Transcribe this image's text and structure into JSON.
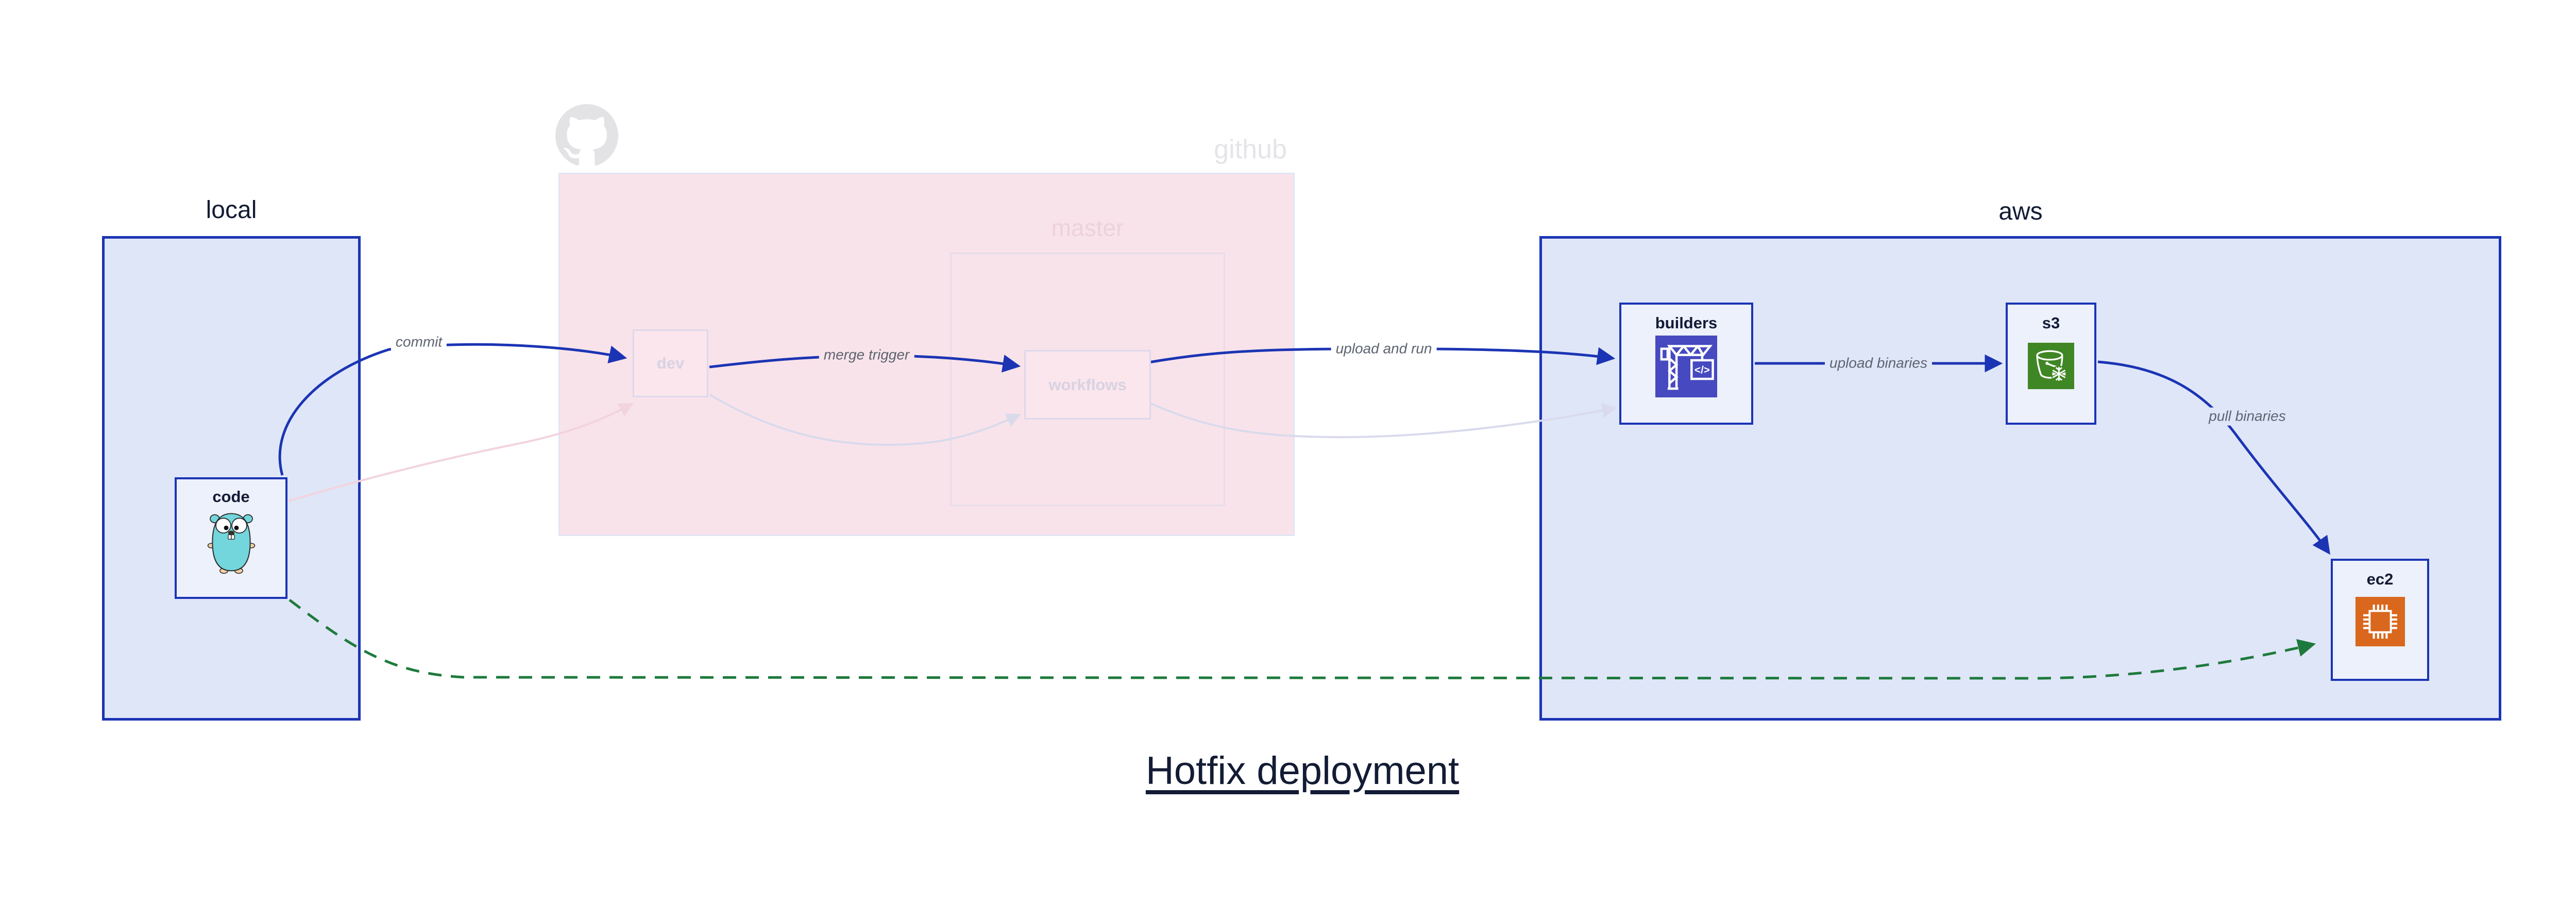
{
  "diagram_title": "Hotfix deployment",
  "groups": {
    "local": {
      "label": "local"
    },
    "github": {
      "label": "github",
      "master_label": "master"
    },
    "aws": {
      "label": "aws"
    }
  },
  "nodes": {
    "code": {
      "label": "code",
      "icon": "go-gopher"
    },
    "dev": {
      "label": "dev"
    },
    "workflows": {
      "label": "workflows"
    },
    "builders": {
      "label": "builders",
      "icon": "codebuild-crane",
      "icon_glyph": "</>"
    },
    "s3": {
      "label": "s3",
      "icon": "s3-glacier-bucket"
    },
    "ec2": {
      "label": "ec2",
      "icon": "ec2-chip"
    }
  },
  "edges": [
    {
      "id": "commit",
      "label": "commit",
      "from": "code",
      "to": "dev",
      "style": "solid-blue"
    },
    {
      "id": "merge-trigger",
      "label": "merge trigger",
      "from": "dev",
      "to": "workflows",
      "style": "solid-blue"
    },
    {
      "id": "upload-and-run",
      "label": "upload and run",
      "from": "workflows",
      "to": "builders",
      "style": "solid-blue"
    },
    {
      "id": "upload-binaries",
      "label": "upload binaries",
      "from": "builders",
      "to": "s3",
      "style": "solid-blue"
    },
    {
      "id": "pull-binaries",
      "label": "pull binaries",
      "from": "s3",
      "to": "ec2",
      "style": "solid-blue"
    },
    {
      "id": "code-dev-faded",
      "label": "",
      "from": "code",
      "to": "dev",
      "style": "faded-pink"
    },
    {
      "id": "dev-workflows-faded",
      "label": "",
      "from": "dev",
      "to": "workflows",
      "style": "faded-lavender"
    },
    {
      "id": "workflows-builders-faded",
      "label": "",
      "from": "workflows",
      "to": "builders",
      "style": "faded-lavender"
    },
    {
      "id": "hotfix-path",
      "label": "",
      "from": "code",
      "to": "ec2",
      "style": "dashed-green"
    }
  ],
  "colors": {
    "edge_blue": "#1b34b4",
    "group_blue_fill": "#dfe6f8",
    "node_fill": "#edf1fb",
    "github_fill": "#f9e3ea",
    "faded_pink_edge": "#f2d4dd",
    "faded_lavender_edge": "#d9daec",
    "green_dashed_edge": "#1e7a3c",
    "builders_icon_bg": "#4649bf",
    "s3_icon_bg": "#3f8624",
    "ec2_icon_bg": "#d9671d",
    "gopher_body": "#72d6dc",
    "edge_label_gray": "#5d6470",
    "dark_text": "#131b35"
  }
}
